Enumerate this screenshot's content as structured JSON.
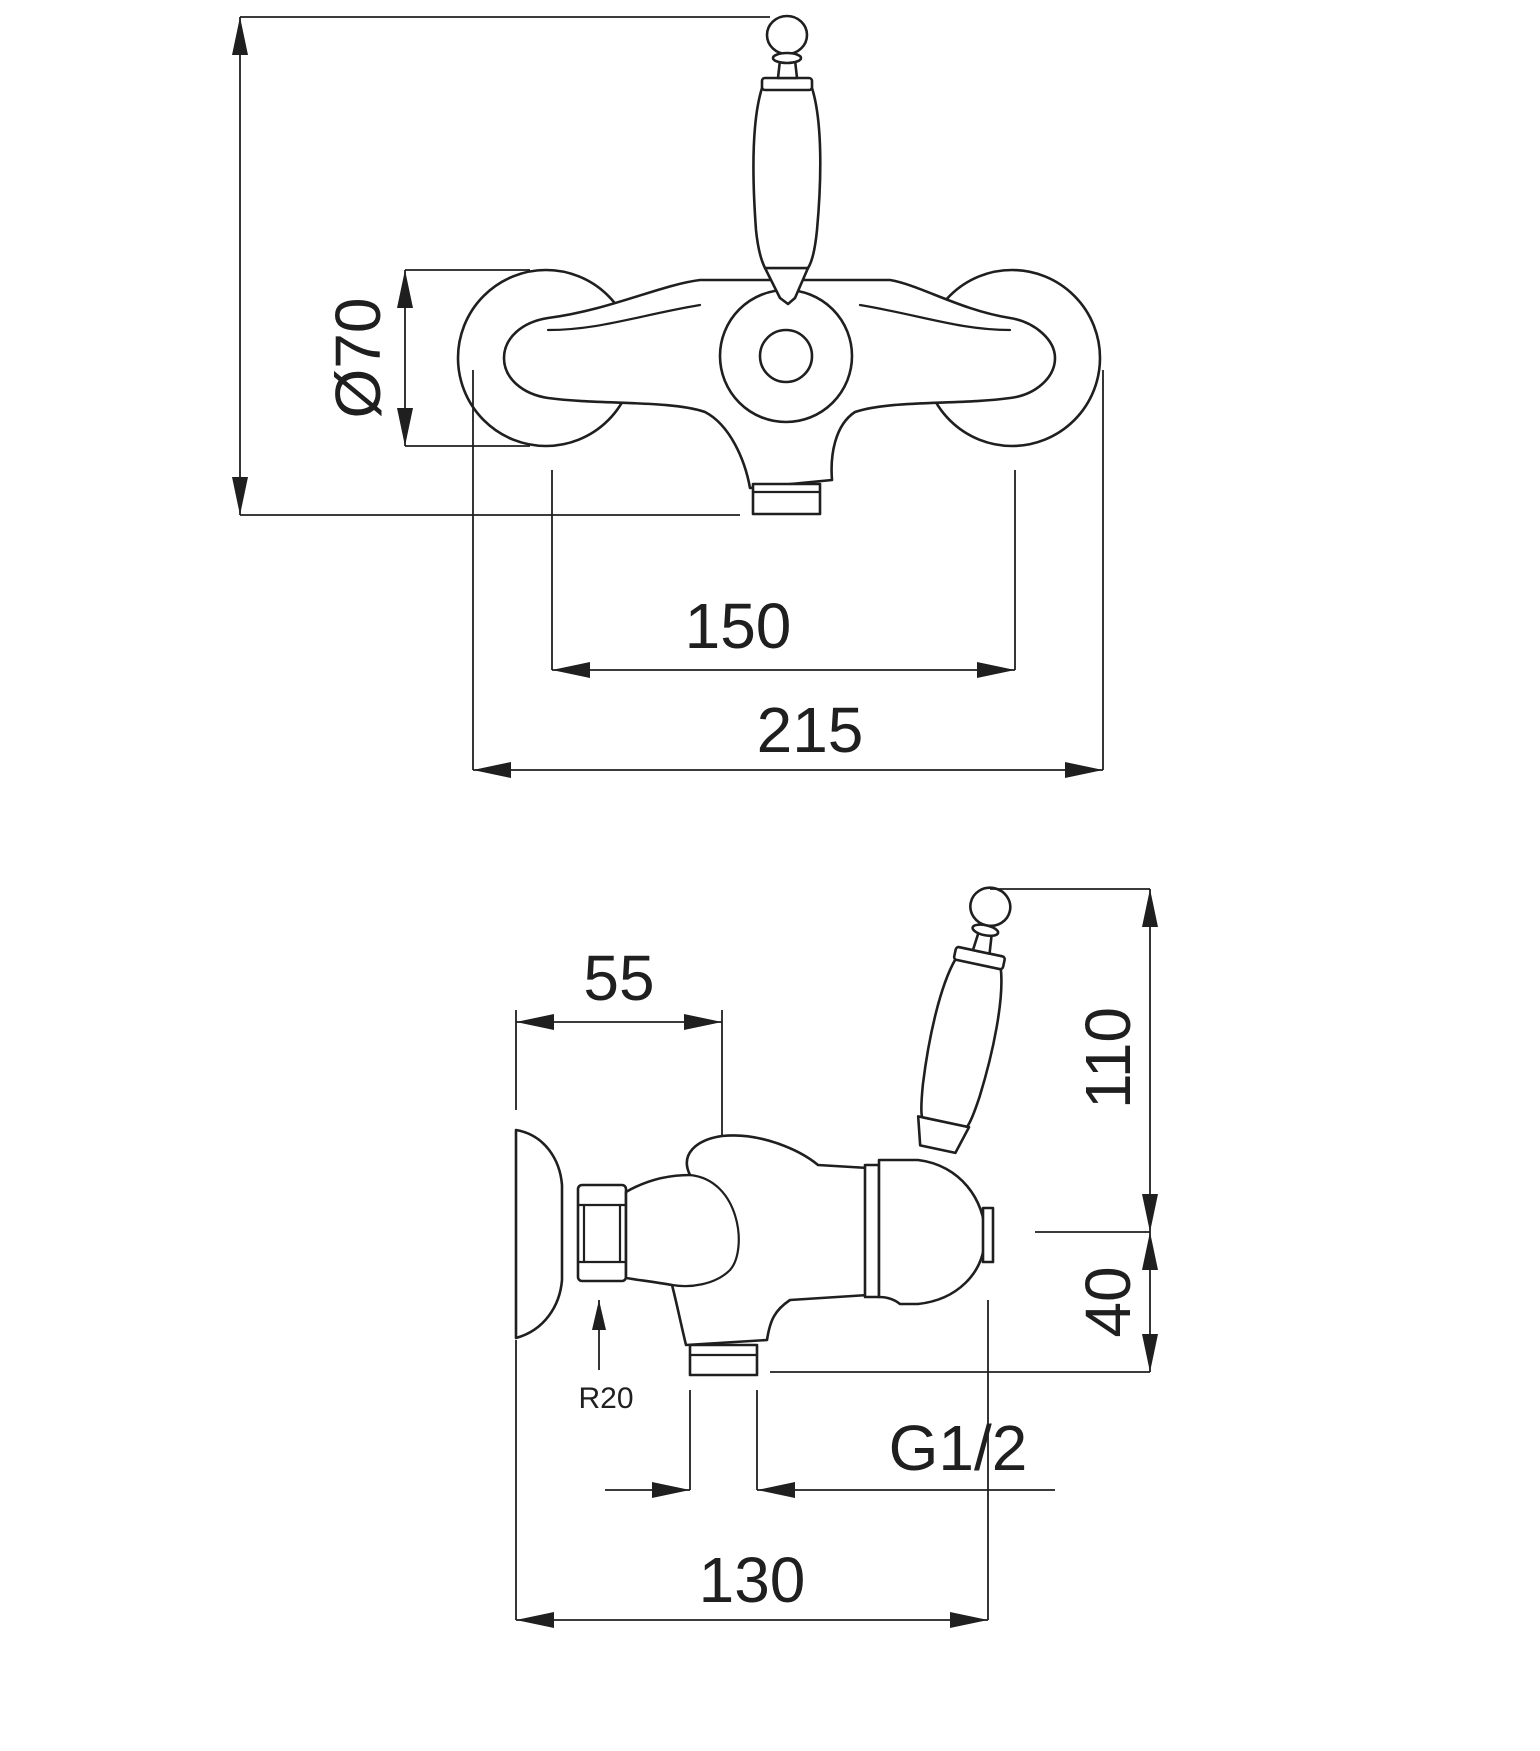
{
  "colors": {
    "line": "#1f1f1f",
    "background": "#ffffff"
  },
  "front_view": {
    "dim_diameter": "Ø70",
    "dim_inner_width": "150",
    "dim_outer_width": "215"
  },
  "side_view": {
    "dim_depth": "55",
    "dim_handle_height": "110",
    "dim_body_height": "40",
    "dim_total_depth": "130",
    "radius_label": "R20",
    "thread_label": "G1/2"
  }
}
